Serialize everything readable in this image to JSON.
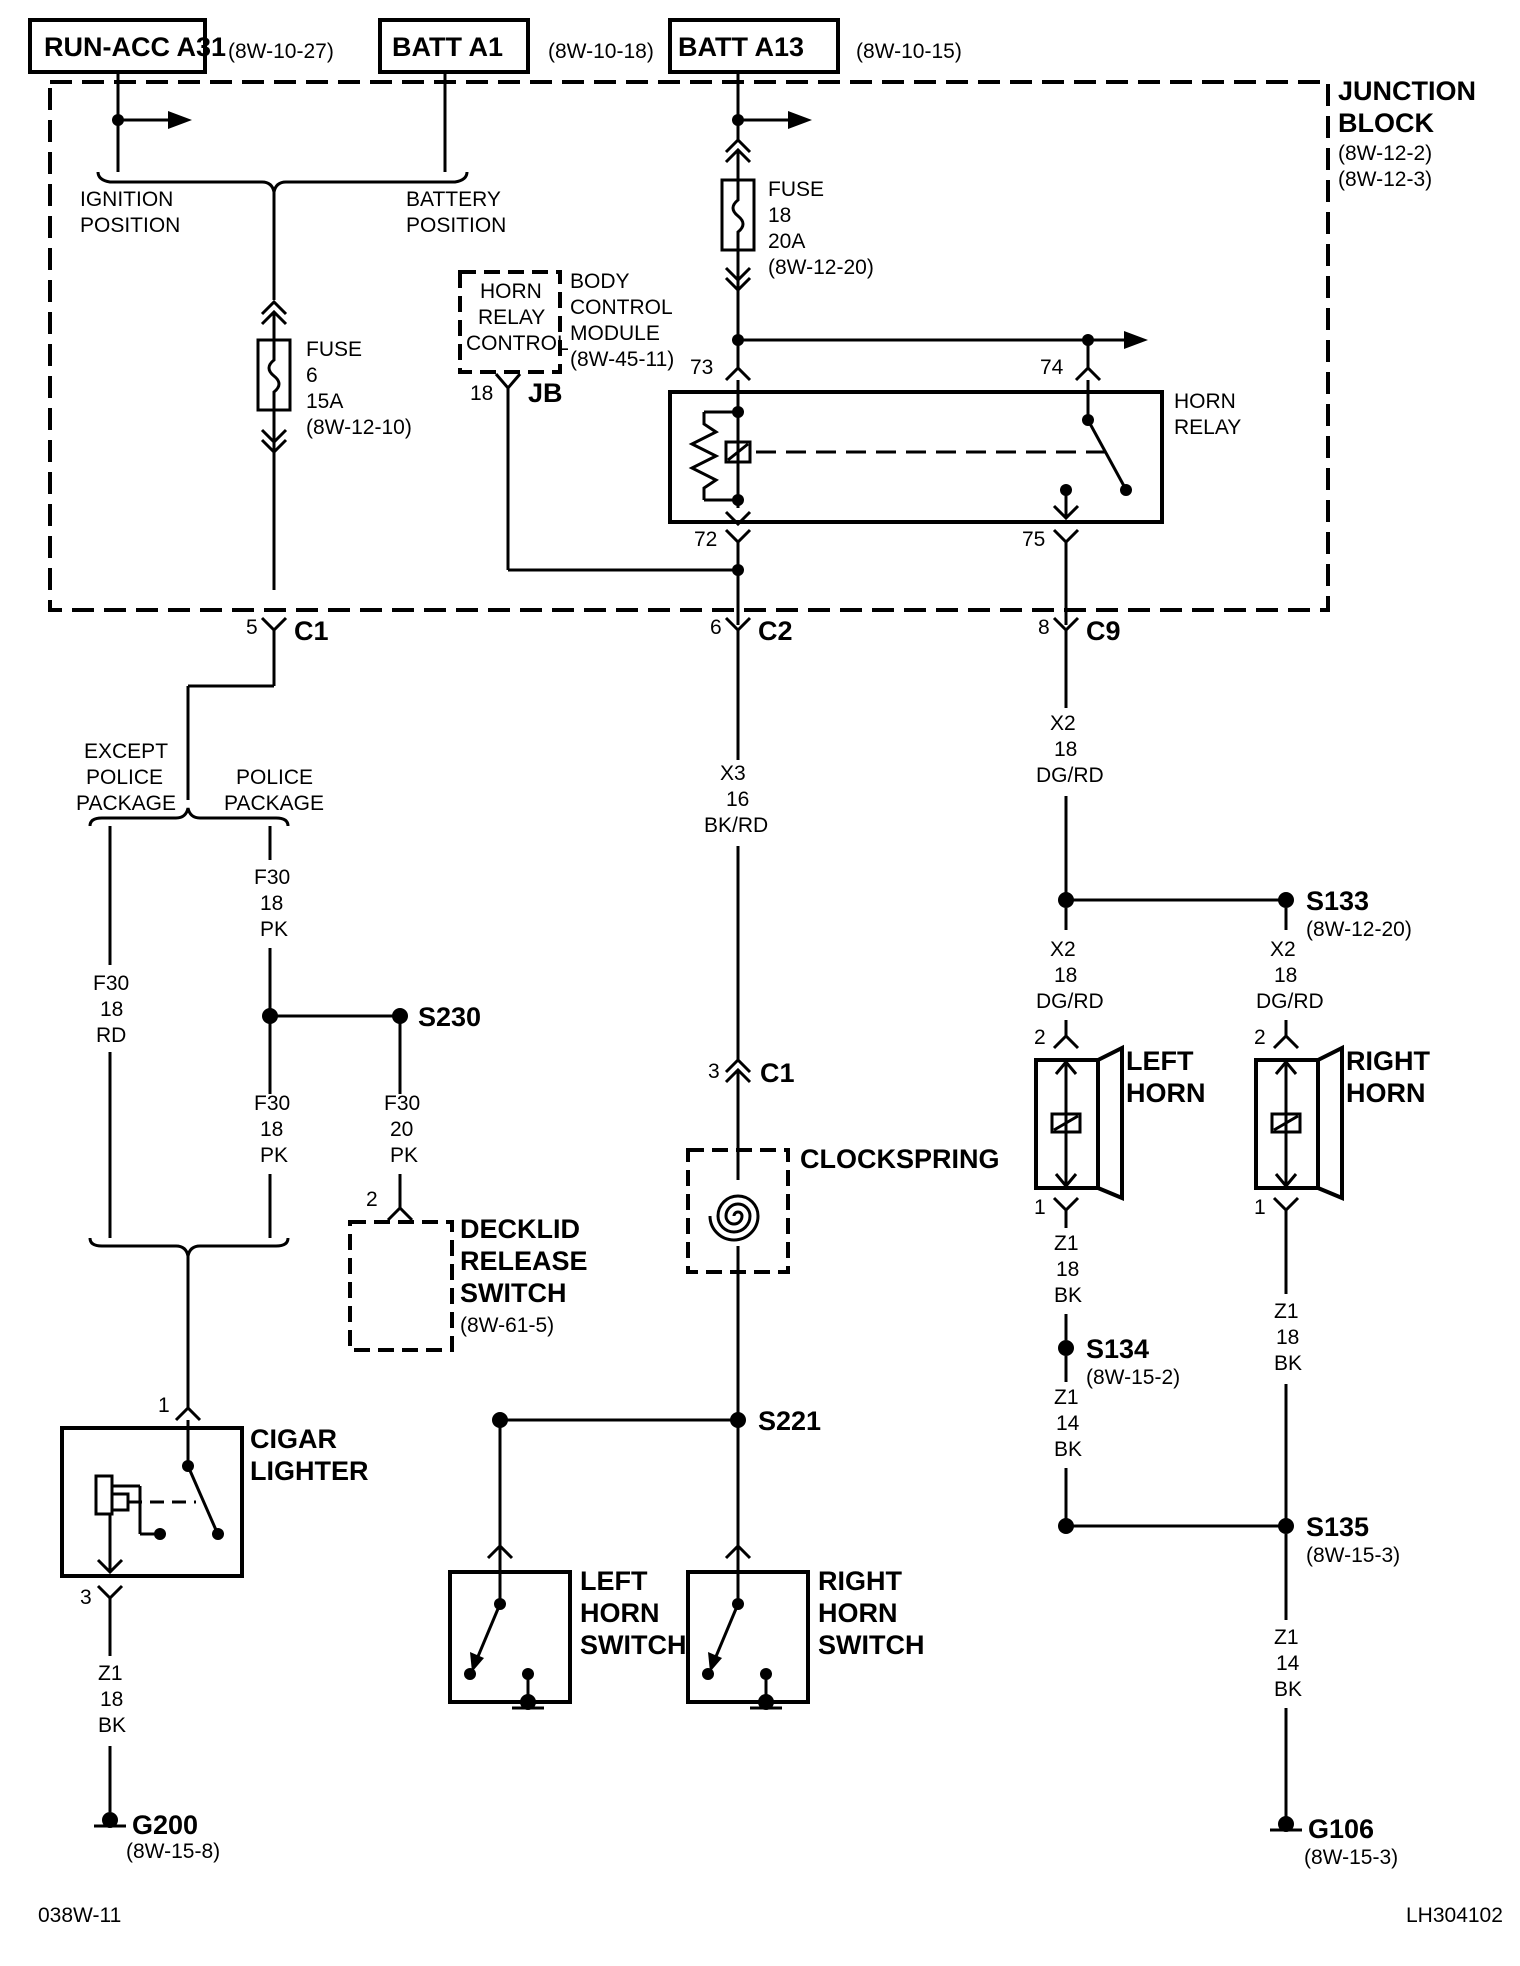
{
  "sources": [
    {
      "name": "RUN-ACC A31",
      "ref": "(8W-10-27)"
    },
    {
      "name": "BATT A1",
      "ref": "(8W-10-18)"
    },
    {
      "name": "BATT A13",
      "ref": "(8W-10-15)"
    }
  ],
  "junction_block": {
    "title1": "JUNCTION",
    "title2": "BLOCK",
    "ref1": "(8W-12-2)",
    "ref2": "(8W-12-3)"
  },
  "ignition": {
    "line1": "IGNITION",
    "line2": "POSITION"
  },
  "battery_pos": {
    "line1": "BATTERY",
    "line2": "POSITION"
  },
  "fuse6": {
    "label": "FUSE",
    "num": "6",
    "amp": "15A",
    "ref": "(8W-12-10)"
  },
  "fuse18": {
    "label": "FUSE",
    "num": "18",
    "amp": "20A",
    "ref": "(8W-12-20)"
  },
  "horn_relay_control": {
    "line1": "HORN",
    "line2": "RELAY",
    "line3": "CONTROL",
    "pin": "18",
    "conn": "JB"
  },
  "bcm": {
    "line1": "BODY",
    "line2": "CONTROL",
    "line3": "MODULE",
    "ref": "(8W-45-11)"
  },
  "horn_relay": {
    "line1": "HORN",
    "line2": "RELAY",
    "pin73": "73",
    "pin74": "74",
    "pin72": "72",
    "pin75": "75"
  },
  "connectors": {
    "c1_top": {
      "pin": "5",
      "name": "C1"
    },
    "c2": {
      "pin": "6",
      "name": "C2"
    },
    "c9": {
      "pin": "8",
      "name": "C9"
    },
    "c1_cs": {
      "pin": "3",
      "name": "C1"
    }
  },
  "package": {
    "except1": "EXCEPT",
    "except2": "POLICE",
    "except3": "PACKAGE",
    "police1": "POLICE",
    "police2": "PACKAGE"
  },
  "wires": {
    "f30_rd": [
      "F30",
      "18",
      "RD"
    ],
    "f30_pk_a": [
      "F30",
      "18",
      "PK"
    ],
    "f30_pk_b": [
      "F30",
      "18",
      "PK"
    ],
    "f30_pk_20": [
      "F30",
      "20",
      "PK"
    ],
    "x3": [
      "X3",
      "16",
      "BK/RD"
    ],
    "x2_a": [
      "X2",
      "18",
      "DG/RD"
    ],
    "x2_b": [
      "X2",
      "18",
      "DG/RD"
    ],
    "x2_c": [
      "X2",
      "18",
      "DG/RD"
    ],
    "z1_lh": [
      "Z1",
      "18",
      "BK"
    ],
    "z1_lh14": [
      "Z1",
      "14",
      "BK"
    ],
    "z1_rh": [
      "Z1",
      "18",
      "BK"
    ],
    "z1_rh14": [
      "Z1",
      "14",
      "BK"
    ],
    "z1_cig": [
      "Z1",
      "18",
      "BK"
    ]
  },
  "splices": {
    "s230": {
      "name": "S230"
    },
    "s133": {
      "name": "S133",
      "ref": "(8W-12-20)"
    },
    "s134": {
      "name": "S134",
      "ref": "(8W-15-2)"
    },
    "s135": {
      "name": "S135",
      "ref": "(8W-15-3)"
    },
    "s221": {
      "name": "S221"
    }
  },
  "decklid": {
    "pin": "2",
    "line1": "DECKLID",
    "line2": "RELEASE",
    "line3": "SWITCH",
    "ref": "(8W-61-5)"
  },
  "clockspring": {
    "name": "CLOCKSPRING"
  },
  "left_horn": {
    "line1": "LEFT",
    "line2": "HORN",
    "pin_top": "2",
    "pin_bot": "1"
  },
  "right_horn": {
    "line1": "RIGHT",
    "line2": "HORN",
    "pin_top": "2",
    "pin_bot": "1"
  },
  "cigar": {
    "line1": "CIGAR",
    "line2": "LIGHTER",
    "pin_top": "1",
    "pin_bot": "3"
  },
  "left_switch": {
    "line1": "LEFT",
    "line2": "HORN",
    "line3": "SWITCH"
  },
  "right_switch": {
    "line1": "RIGHT",
    "line2": "HORN",
    "line3": "SWITCH"
  },
  "grounds": {
    "g200": {
      "name": "G200",
      "ref": "(8W-15-8)"
    },
    "g106": {
      "name": "G106",
      "ref": "(8W-15-3)"
    }
  },
  "footer": {
    "left": "038W-11",
    "right": "LH304102"
  }
}
